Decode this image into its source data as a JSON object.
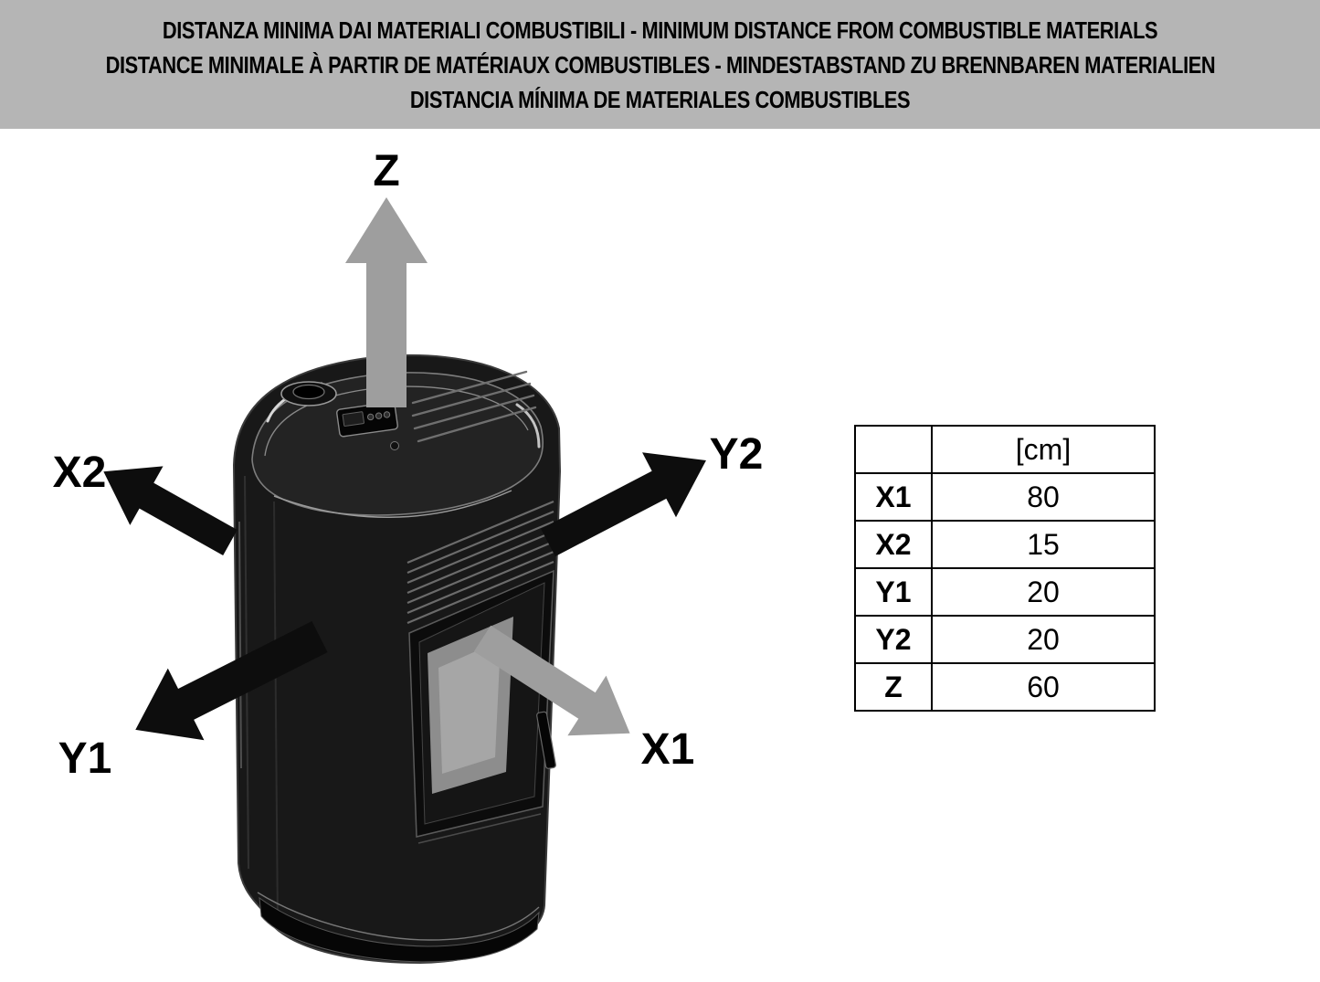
{
  "header": {
    "line1": "DISTANZA MINIMA DAI MATERIALI COMBUSTIBILI - MINIMUM DISTANCE FROM COMBUSTIBLE MATERIALS",
    "line2": "DISTANCE MINIMALE À PARTIR DE MATÉRIAUX COMBUSTIBLES - MINDESTABSTAND ZU BRENNBAREN MATERIALIEN",
    "line3": "DISTANCIA MÍNIMA DE MATERIALES COMBUSTIBLES"
  },
  "diagram": {
    "labels": {
      "z": "Z",
      "x1": "X1",
      "x2": "X2",
      "y1": "Y1",
      "y2": "Y2"
    }
  },
  "table": {
    "unit_header": "[cm]",
    "rows": [
      {
        "label": "X1",
        "value": "80"
      },
      {
        "label": "X2",
        "value": "15"
      },
      {
        "label": "Y1",
        "value": "20"
      },
      {
        "label": "Y2",
        "value": "20"
      },
      {
        "label": "Z",
        "value": "60"
      }
    ]
  },
  "colors": {
    "banner_bg": "#b5b5b5",
    "arrow_dark": "#0d0d0d",
    "arrow_gray": "#9e9e9e"
  }
}
